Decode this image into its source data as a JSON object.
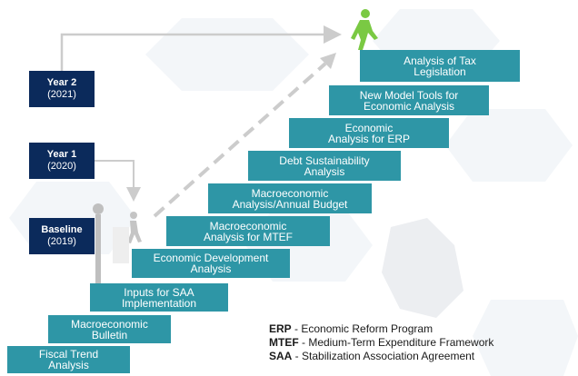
{
  "steps": [
    "Fiscal Trend\nAnalysis",
    "Macroeconomic\nBulletin",
    "Inputs for SAA\nImplementation",
    "Economic Development\nAnalysis",
    "Macroeconomic\nAnalysis for MTEF",
    "Macroeconomic\nAnalysis/Annual Budget",
    "Debt Sustainability\nAnalysis",
    "Economic\nAnalysis for ERP",
    "New Model Tools for\nEconomic Analysis",
    "Analysis of Tax\nLegislation"
  ],
  "years": [
    {
      "label": "Year 2",
      "date": "(2021)"
    },
    {
      "label": "Year 1",
      "date": "(2020)"
    },
    {
      "label": "Baseline",
      "date": "(2019)"
    }
  ],
  "legend": [
    {
      "abbr": "ERP",
      "text": " - Economic Reform Program"
    },
    {
      "abbr": "MTEF",
      "text": " - Medium-Term Expenditure Framework"
    },
    {
      "abbr": "SAA",
      "text": " - Stabilization Association Agreement"
    }
  ],
  "colors": {
    "step": "#2e96a6",
    "year_box": "#0b2a5b",
    "arrow": "#cccccc",
    "figure_top": "#7ac943",
    "figure_mid": "#bfbfbf"
  }
}
